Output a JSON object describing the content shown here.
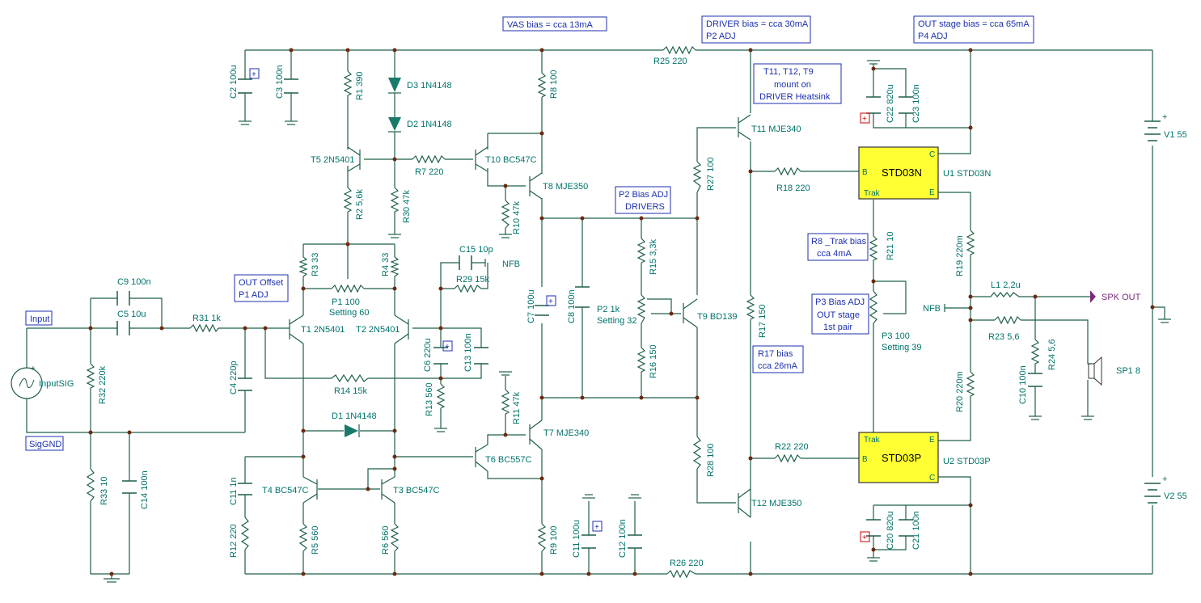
{
  "notes": {
    "vas_bias": "VAS bias = cca 13mA",
    "driver_bias_1": "DRIVER bias = cca 30mA",
    "driver_bias_2": "P2 ADJ",
    "out_bias_1": "OUT stage bias = cca 65mA",
    "out_bias_2": "P4 ADJ",
    "mount_1": "T11, T12, T9",
    "mount_2": "mount on",
    "mount_3": "DRIVER Heatsink",
    "offset_1": "OUT Offset",
    "offset_2": "P1 ADJ",
    "p2_1": "P2 Bias ADJ",
    "p2_2": "DRIVERS",
    "r8trak_1": "R8 _Trak bias",
    "r8trak_2": "cca 4mA",
    "p3_1": "P3 Bias ADJ",
    "p3_2": "OUT stage",
    "p3_3": "1st pair",
    "r17_1": "R17 bias",
    "r17_2": "cca 26mA",
    "input": "Input",
    "siggnd": "SigGND"
  },
  "labels": {
    "c2": "C2 100u",
    "c3": "C3 100n",
    "r1": "R1 390",
    "d3": "D3 1N4148",
    "d2": "D2 1N4148",
    "r8": "R8 100",
    "r25": "R25 220",
    "t11": "T11 MJE340",
    "c22": "C22 820u",
    "c23": "C23 100n",
    "v1": "V1 55",
    "t5": "T5 2N5401",
    "r7": "R7 220",
    "t10": "T10 BC547C",
    "t8": "T8 MJE350",
    "r27": "R27 100",
    "r18": "R18 220",
    "u1": "U1 STD03N",
    "r2": "R2 5,6k",
    "r30": "R30 47k",
    "r10": "R10 47k",
    "r21": "R21 10",
    "r3": "R3 33",
    "r4": "R4 33",
    "c15": "C15 10p",
    "nfb1": "NFB",
    "r15": "R15 3,3k",
    "r19": "R19 220m",
    "c9": "C9 100n",
    "r29": "R29 15k",
    "p1a": "P1 100",
    "p1b": "Setting 60",
    "c5": "C5 10u",
    "r31": "R31 1k",
    "c7": "C7 100u",
    "c8": "C8 100n",
    "p2a": "P2 1k",
    "p2b": "Setting 32",
    "t9": "T9 BD139",
    "r17": "R17 150",
    "l1": "L1 2,2u",
    "spkout": "SPK OUT",
    "nfb2": "NFB",
    "t1": "T1 2N5401",
    "t2": "T2 2N5401",
    "c6": "C6 220u",
    "c13": "C13 100n",
    "p3a": "P3 100",
    "p3b": "Setting 39",
    "r23": "R23 5,6",
    "r24": "R24 5,6",
    "inputsig": "InputSIG",
    "r32": "R32 220k",
    "c4": "C4 220p",
    "r14": "R14 15k",
    "r16": "R16 150",
    "sp1": "SP1 8",
    "c10": "C10 100n",
    "r20": "R20 220m",
    "r13": "R13 560",
    "r11": "R11 47k",
    "d1": "D1 1N4148",
    "t7": "T7 MJE340",
    "r22": "R22 220",
    "u2": "U2 STD03P",
    "t6": "T6 BC557C",
    "r28": "R28 100",
    "c11l": "C11 1n",
    "t4": "T4 BC547C",
    "t3": "T3 BC547C",
    "r33": "R33 10",
    "c14": "C14 100n",
    "t12": "T12 MJE350",
    "v2": "V2 55",
    "c20": "C20 820u",
    "c21": "C21 100n",
    "r12": "R12 220",
    "r5": "R5 560",
    "r6": "R6 560",
    "r9": "R9 100",
    "c11": "C11 100u",
    "c12": "C12 100n",
    "r26": "R26 220"
  },
  "ic": {
    "u1_name": "STD03N",
    "u2_name": "STD03P",
    "pin_c": "C",
    "pin_b": "B",
    "pin_e": "E",
    "pin_trak": "Trak"
  },
  "colors": {
    "wire": "#1f5f4a",
    "label": "#00736b",
    "note": "#1c2fb0",
    "ic_fill": "#ffff33"
  }
}
